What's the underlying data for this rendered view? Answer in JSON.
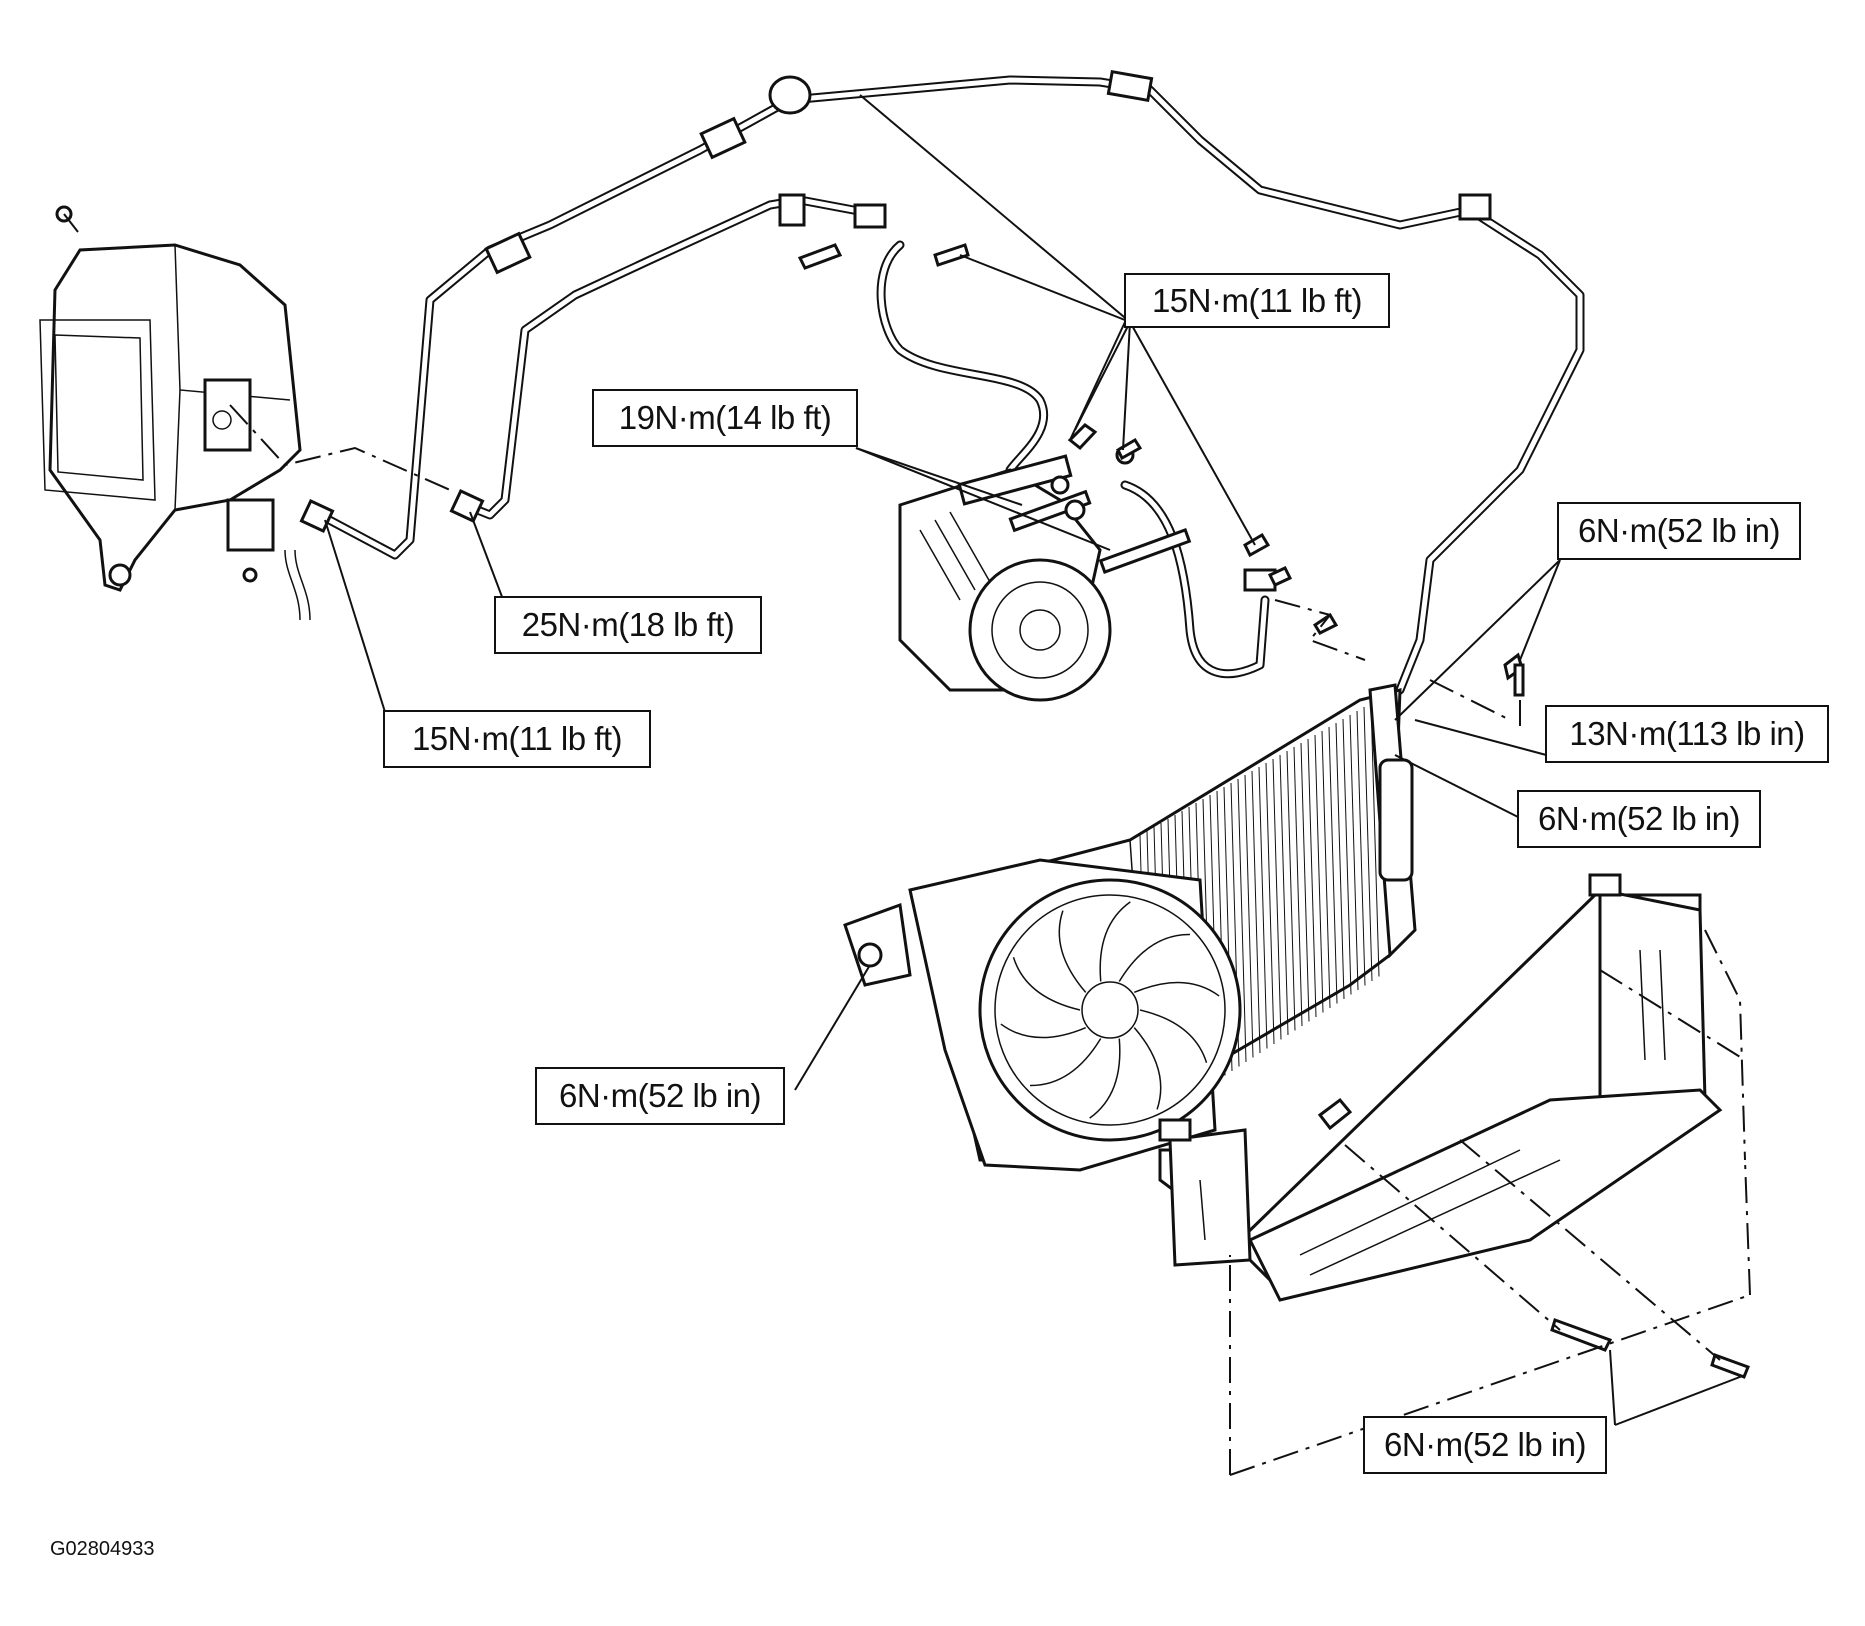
{
  "callouts": [
    {
      "id": "c1",
      "text": "15N·m(11 lb ft)"
    },
    {
      "id": "c2",
      "text": "19N·m(14 lb ft)"
    },
    {
      "id": "c3",
      "text": "25N·m(18 lb ft)"
    },
    {
      "id": "c4",
      "text": "15N·m(11 lb ft)"
    },
    {
      "id": "c5",
      "text": "6N·m(52 lb in)"
    },
    {
      "id": "c6",
      "text": "13N·m(113 lb in)"
    },
    {
      "id": "c7",
      "text": "6N·m(52 lb in)"
    },
    {
      "id": "c8",
      "text": "6N·m(52 lb in)"
    },
    {
      "id": "c9",
      "text": "6N·m(52 lb in)"
    }
  ],
  "figure_id": "G02804933"
}
